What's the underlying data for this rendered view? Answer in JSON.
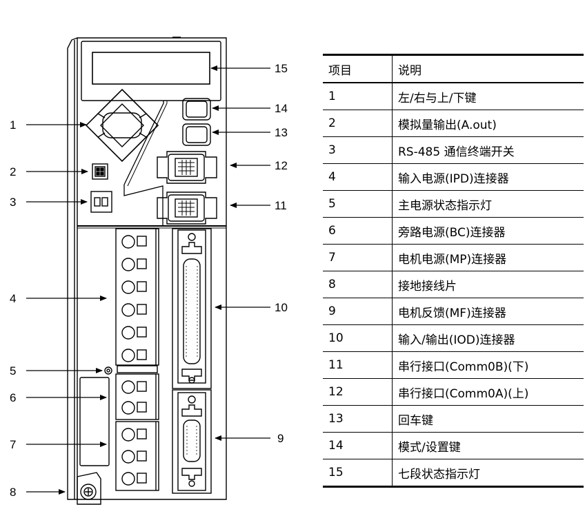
{
  "callouts": [
    {
      "num": "1"
    },
    {
      "num": "2"
    },
    {
      "num": "3"
    },
    {
      "num": "4"
    },
    {
      "num": "5"
    },
    {
      "num": "6"
    },
    {
      "num": "7"
    },
    {
      "num": "8"
    },
    {
      "num": "9"
    },
    {
      "num": "10"
    },
    {
      "num": "11"
    },
    {
      "num": "12"
    },
    {
      "num": "13"
    },
    {
      "num": "14"
    },
    {
      "num": "15"
    }
  ],
  "device": {
    "terminal_labels": [
      "",
      "",
      "",
      "",
      "",
      "",
      "",
      "",
      "",
      "",
      ""
    ]
  },
  "table": {
    "headers": [
      "项目",
      "说明"
    ],
    "rows": [
      {
        "item": "1",
        "desc": "左/右与上/下键"
      },
      {
        "item": "2",
        "desc": "模拟量输出(A.out)"
      },
      {
        "item": "3",
        "desc": "RS-485 通信终端开关"
      },
      {
        "item": "4",
        "desc": "输入电源(IPD)连接器"
      },
      {
        "item": "5",
        "desc": "主电源状态指示灯"
      },
      {
        "item": "6",
        "desc": "旁路电源(BC)连接器"
      },
      {
        "item": "7",
        "desc": "电机电源(MP)连接器"
      },
      {
        "item": "8",
        "desc": "接地接线片"
      },
      {
        "item": "9",
        "desc": "电机反馈(MF)连接器"
      },
      {
        "item": "10",
        "desc": "输入/输出(IOD)连接器"
      },
      {
        "item": "11",
        "desc": "串行接口(Comm0B)(下)"
      },
      {
        "item": "12",
        "desc": "串行接口(Comm0A)(上)"
      },
      {
        "item": "13",
        "desc": "回车键"
      },
      {
        "item": "14",
        "desc": "模式/设置键"
      },
      {
        "item": "15",
        "desc": "七段状态指示灯"
      }
    ]
  }
}
